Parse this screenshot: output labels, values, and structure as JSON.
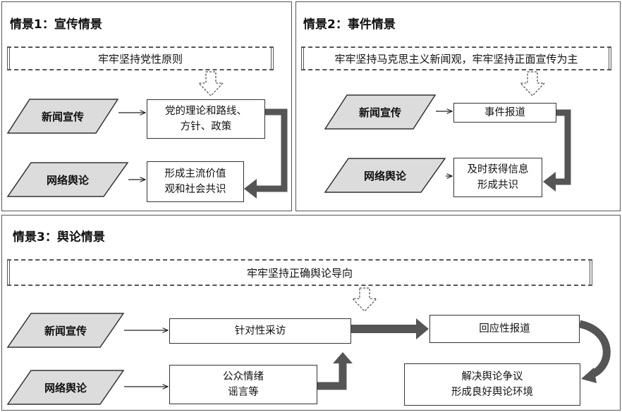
{
  "scenario1": {
    "title": "情景1：宣传情景",
    "principle": "牢牢坚持党性原则",
    "news": "新闻宣传",
    "opinion": "网络舆论",
    "box_top_line1": "党的理论和路线、",
    "box_top_line2": "方针、政策",
    "box_bottom_line1": "形成主流价值",
    "box_bottom_line2": "观和社会共识"
  },
  "scenario2": {
    "title": "情景2：事件情景",
    "principle": "牢牢坚持马克思主义新闻观，牢牢坚持正面宣传为主",
    "news": "新闻宣传",
    "opinion": "网络舆论",
    "box_top": "事件报道",
    "box_bottom_line1": "及时获得信息",
    "box_bottom_line2": "形成共识"
  },
  "scenario3": {
    "title": "情景3：舆论情景",
    "principle": "牢牢坚持正确舆论导向",
    "news": "新闻宣传",
    "opinion": "网络舆论",
    "box_interview": "针对性采访",
    "box_emotion_line1": "公众情绪",
    "box_emotion_line2": "谣言等",
    "box_report": "回应性报道",
    "box_resolve_line1": "解决舆论争议",
    "box_resolve_line2": "形成良好舆论环境"
  },
  "colors": {
    "parallelogram_fill": "#dcdcdc",
    "border": "#333333",
    "thick_arrow": "#555555"
  }
}
